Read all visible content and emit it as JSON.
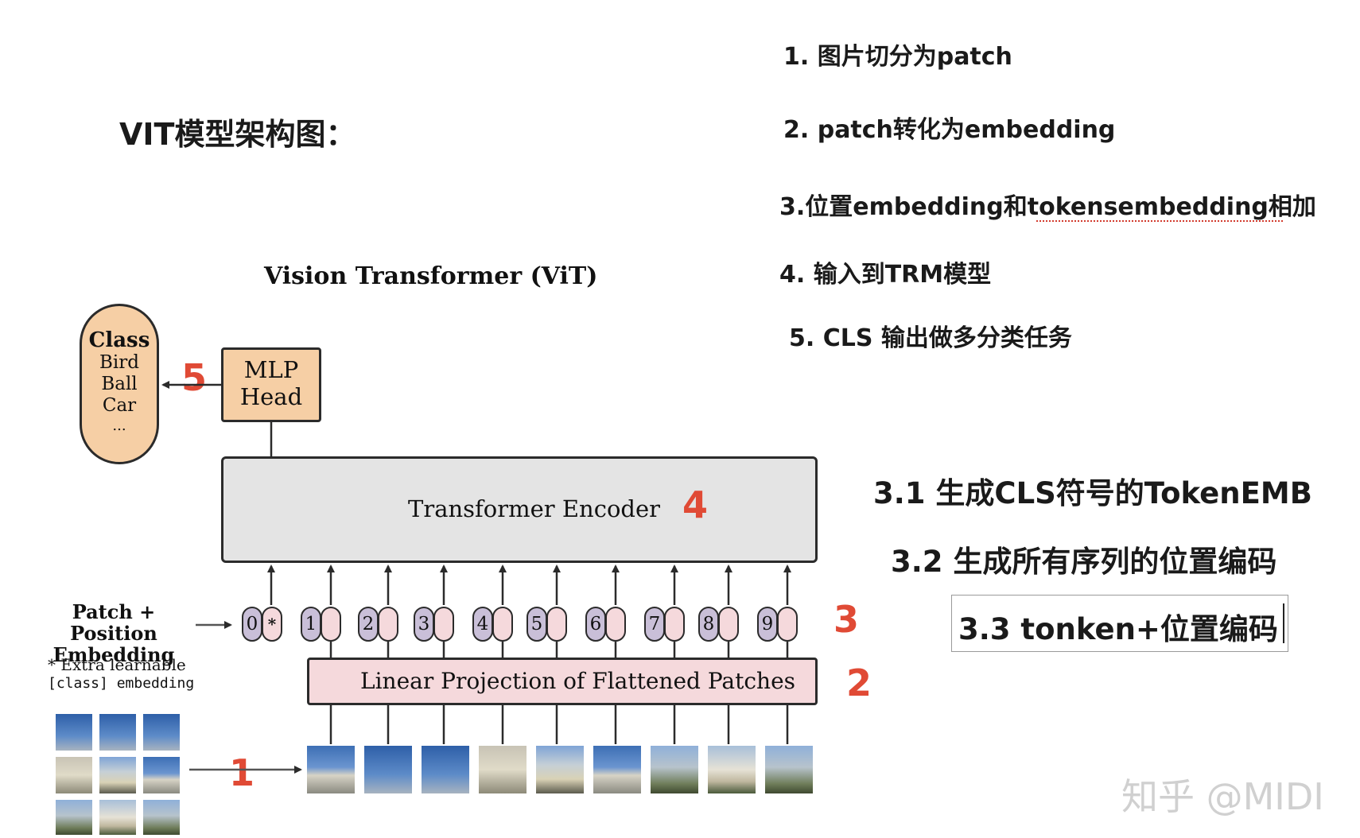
{
  "left_title": "VIT模型架构图：",
  "steps": [
    "1. 图片切分为patch",
    "2. patch转化为embedding",
    "3.位置embedding和tokensembedding相加",
    "4. 输入到TRM模型",
    "5. CLS 输出做多分类任务"
  ],
  "substeps": [
    "3.1 生成CLS符号的TokenEMB",
    "3.2 生成所有序列的位置编码",
    "3.3 tonken+位置编码"
  ],
  "diagram": {
    "title": "Vision Transformer (ViT)",
    "class_box": {
      "heading": "Class",
      "items": [
        "Bird",
        "Ball",
        "Car",
        "..."
      ]
    },
    "mlp_head": [
      "MLP",
      "Head"
    ],
    "encoder": "Transformer Encoder",
    "linear_projection": "Linear Projection of Flattened Patches",
    "patch_position_label": [
      "Patch + Position",
      "Embedding"
    ],
    "extra_note": [
      "* Extra learnable",
      "[class] embedding"
    ],
    "tokens": [
      "0",
      "1",
      "2",
      "3",
      "4",
      "5",
      "6",
      "7",
      "8",
      "9"
    ],
    "class_token_mark": "*",
    "step_numbers": [
      "1",
      "2",
      "3",
      "4",
      "5"
    ]
  },
  "watermark": "知乎 @MIDI",
  "colors": {
    "step_number": "#e04a35",
    "class_box": "#f6cfa5",
    "mlp_head": "#f6cfa5",
    "encoder": "#e4e4e4",
    "linear_projection": "#f5d9dc",
    "position_token": "#c9bfd8",
    "patch_token": "#f5d9dc"
  }
}
